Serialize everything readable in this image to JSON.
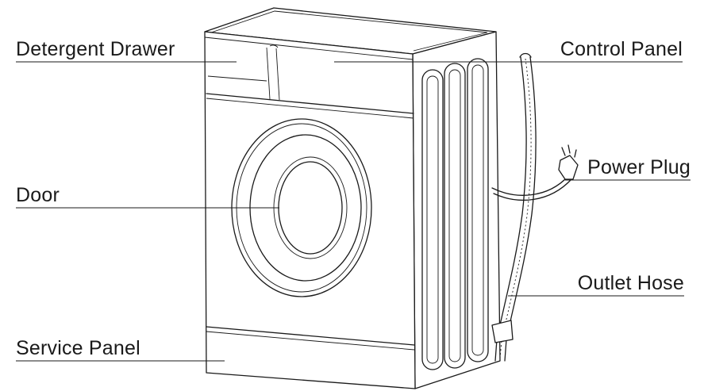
{
  "labels": {
    "detergent_drawer": "Detergent Drawer",
    "control_panel": "Control Panel",
    "door": "Door",
    "power_plug": "Power Plug",
    "outlet_hose": "Outlet Hose",
    "service_panel": "Service Panel"
  }
}
